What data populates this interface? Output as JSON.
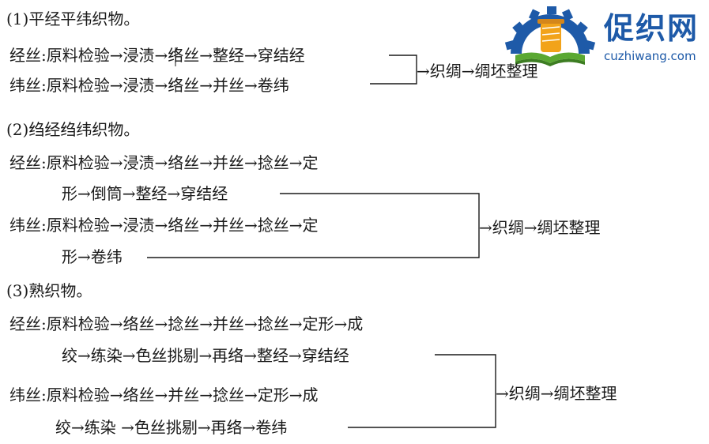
{
  "logo": {
    "title": "促织网",
    "url": "cuzhiwang.com"
  },
  "s1": {
    "heading": "(1)平经平纬织物。",
    "warp": "经丝:原料检验→浸渍→络丝→整经→穿结经",
    "weft": "纬丝:原料检验→浸渍→络丝→并丝→卷纬",
    "join": "→织绸→绸坯整理"
  },
  "s2": {
    "heading": "(2)绉经绉纬织物。",
    "warp1": "经丝:原料检验→浸渍→络丝→并丝→捻丝→定",
    "warp2": "形→倒筒→整经→穿结经",
    "weft1": "纬丝:原料检验→浸渍→络丝→并丝→捻丝→定",
    "weft2": "形→卷纬",
    "join": "→织绸→绸坯整理"
  },
  "s3": {
    "heading": "(3)熟织物。",
    "warp1": "经丝:原料检验→络丝→捻丝→并丝→捻丝→定形→成",
    "warp2": "绞→练染→色丝挑剔→再络→整经→穿结经",
    "weft1": "纬丝:原料检验→络丝→并丝→捻丝→定形→成",
    "weft2": "绞→练染 →色丝挑剔→再络→卷纬",
    "join": "→织绸→绸坯整理"
  },
  "colors": {
    "logo_blue": "#1e5aa8",
    "logo_gear": "#1e5aa8",
    "logo_spool": "#f2a31a",
    "logo_green": "#5aa832",
    "text": "#1a1a1a"
  }
}
